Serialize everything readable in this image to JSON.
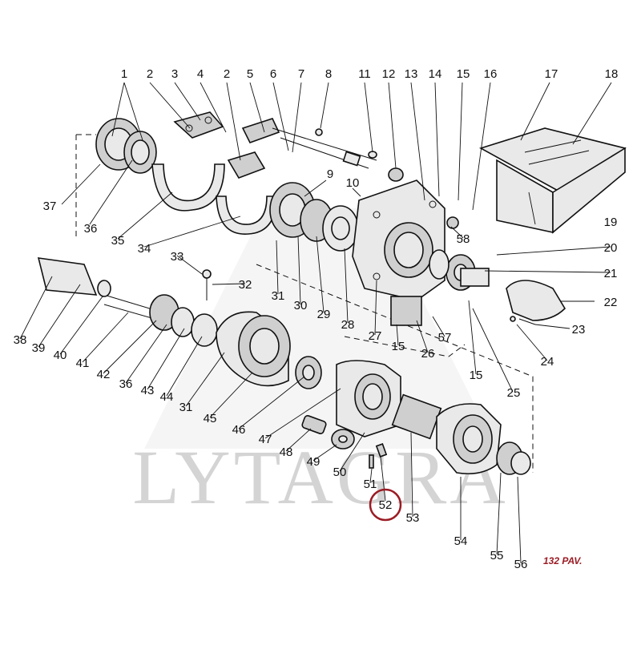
{
  "watermark": "LYTAGRA",
  "reference": "132 PAV.",
  "highlighted_label": "52",
  "colors": {
    "highlight": "#9b1c24",
    "reference": "#9b1c24",
    "watermark": "#d4d4d4",
    "ink": "#111111"
  },
  "labels": [
    "1",
    "2",
    "3",
    "4",
    "2",
    "5",
    "6",
    "7",
    "8",
    "11",
    "12",
    "13",
    "14",
    "15",
    "16",
    "17",
    "18",
    "37",
    "36",
    "35",
    "34",
    "9",
    "10",
    "31",
    "30",
    "29",
    "28",
    "27",
    "58",
    "19",
    "20",
    "21",
    "22",
    "23",
    "24",
    "57",
    "26",
    "15",
    "15",
    "25",
    "33",
    "32",
    "38",
    "39",
    "40",
    "41",
    "42",
    "36",
    "43",
    "44",
    "31",
    "45",
    "46",
    "47",
    "48",
    "49",
    "50",
    "51",
    "52",
    "53",
    "54",
    "55",
    "56"
  ]
}
